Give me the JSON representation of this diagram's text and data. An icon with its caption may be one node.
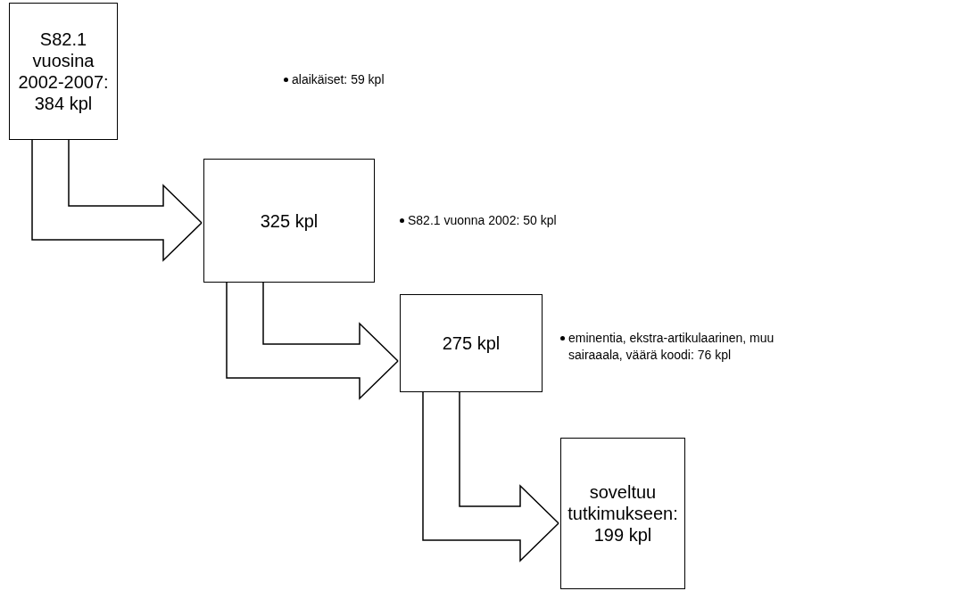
{
  "diagram": {
    "nodes": [
      {
        "text": [
          "S82.1 vuosina 2002-2007: 384 kpl"
        ]
      },
      {
        "text": [
          "325 kpl"
        ]
      },
      {
        "text": [
          "275 kpl"
        ]
      },
      {
        "text": [
          "soveltuu tutkimukseen: 199 kpl"
        ]
      }
    ],
    "edges": [
      {
        "from": 0,
        "to": 1,
        "arrow": "to"
      },
      {
        "from": 1,
        "to": 2,
        "arrow": "to"
      },
      {
        "from": 2,
        "to": 3,
        "arrow": "to"
      }
    ],
    "labels": [
      "alaikäiset: 59 kpl",
      "S82.1 vuonna 2002: 50 kpl",
      "eminentia, ekstra-artikulaarinen, muu sairaaala, väärä koodi: 76 kpl"
    ]
  }
}
